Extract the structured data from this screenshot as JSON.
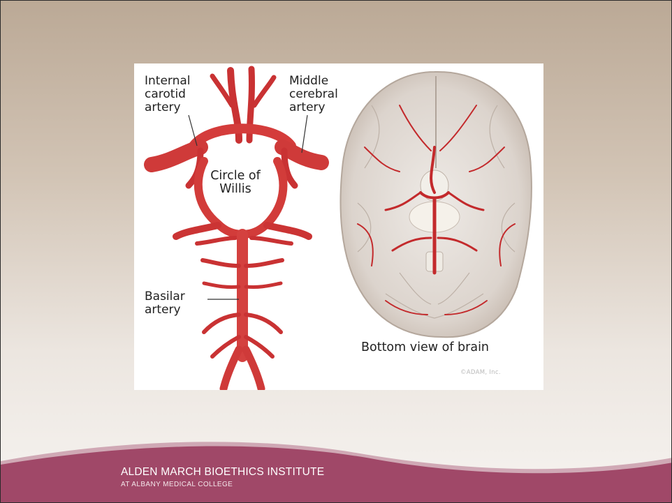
{
  "diagram": {
    "labels": {
      "internal_carotid": "Internal\ncarotid\nartery",
      "middle_cerebral": "Middle\ncerebral\nartery",
      "circle_of_willis": "Circle of\nWillis",
      "basilar": "Basilar\nartery",
      "bottom_view": "Bottom view of brain",
      "copyright": "©ADAM, Inc."
    }
  },
  "footer": {
    "institute": "ALDEN MARCH BIOETHICS INSTITUTE",
    "college": "AT ALBANY MEDICAL COLLEGE"
  },
  "colors": {
    "artery": "#d93a3a",
    "artery_dark": "#a11f22",
    "footer_band": "#a04868",
    "slide_top": "#bba996"
  }
}
